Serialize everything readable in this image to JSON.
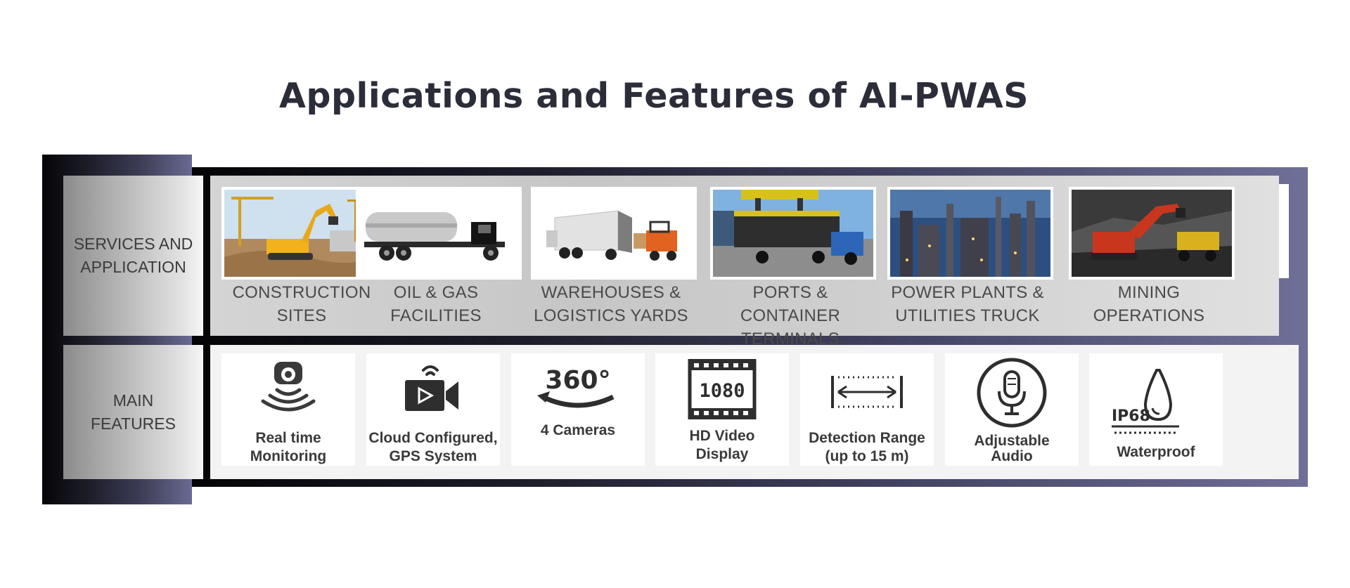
{
  "title": "Applications and Features of AI-PWAS",
  "rows": {
    "services_label_1": "SERVICES AND",
    "services_label_2": "APPLICATION",
    "features_label_1": "MAIN",
    "features_label_2": "FEATURES"
  },
  "services": [
    {
      "line1": "CONSTRUCTION",
      "line2": "SITES",
      "icon": "excavator-photo"
    },
    {
      "line1": "OIL & GAS FACILITIES",
      "line2": "",
      "icon": "tanker-truck-photo"
    },
    {
      "line1": "WAREHOUSES &",
      "line2": "LOGISTICS YARDS",
      "icon": "forklift-truck-photo"
    },
    {
      "line1": "PORTS & CONTAINER",
      "line2": "TERMINALS",
      "icon": "container-truck-photo"
    },
    {
      "line1": "POWER PLANTS &",
      "line2": "UTILITIES TRUCK",
      "icon": "power-plant-photo"
    },
    {
      "line1": "MINING",
      "line2": "OPERATIONS",
      "icon": "mining-excavator-photo"
    }
  ],
  "features": [
    {
      "line1": "Real time",
      "line2": "Monitoring",
      "icon": "camera-signal-icon"
    },
    {
      "line1": "Cloud Configured,",
      "line2": "GPS System",
      "icon": "video-wifi-icon"
    },
    {
      "line1": "4 Cameras",
      "line2": "",
      "icon": "360-icon",
      "badge": "360°"
    },
    {
      "line1": "HD Video",
      "line2": "Display",
      "icon": "film-1080-icon",
      "badge": "1080"
    },
    {
      "line1": "Detection Range",
      "line2": "(up to 15 m)",
      "icon": "range-arrow-icon"
    },
    {
      "line1": "Adjustable",
      "line2": "Audio",
      "icon": "microphone-icon"
    },
    {
      "line1": "Waterproof",
      "line2": "",
      "icon": "water-drop-icon",
      "badge": "IP68"
    }
  ]
}
